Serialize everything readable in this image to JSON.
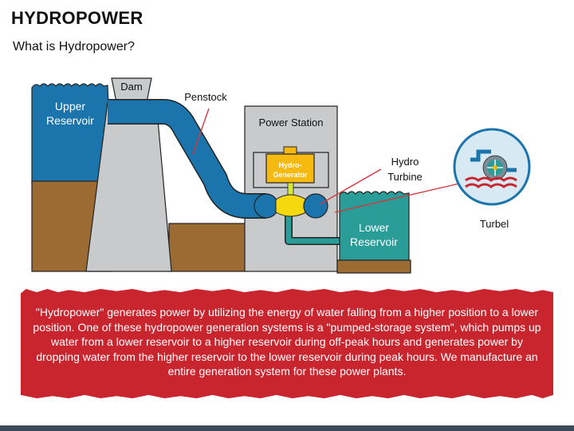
{
  "slide": {
    "title": "HYDROPOWER",
    "subtitle": "What is Hydropower?",
    "description": "\"Hydropower\" generates power by utilizing the energy of water falling from a higher position to a lower position. One of these hydropower generation systems is a \"pumped-storage system\", which pumps up water from a lower reservoir to a higher reservoir during off-peak hours and generates power by dropping water from the higher reservoir to the lower reservoir during peak hours. We manufacture an entire generation system for these power plants."
  },
  "diagram": {
    "labels": {
      "dam": "Dam",
      "penstock": "Penstock",
      "upper_reservoir_line1": "Upper",
      "upper_reservoir_line2": "Reservoir",
      "power_station": "Power Station",
      "generator_line1": "Hydro-",
      "generator_line2": "Generator",
      "turbine_line1": "Hydro",
      "turbine_line2": "Turbine",
      "lower_reservoir_line1": "Lower",
      "lower_reservoir_line2": "Reservoir",
      "turbel": "Turbel"
    },
    "icons": {
      "turbine_detail": "turbine-icon"
    },
    "colors": {
      "water": "#1b75ac",
      "lower_water": "#2a9d99",
      "earth": "#9c6b34",
      "concrete": "#c9cacb",
      "generator": "#f6b90f",
      "leader_line": "#d4373c",
      "banner": "#c9252f"
    }
  }
}
